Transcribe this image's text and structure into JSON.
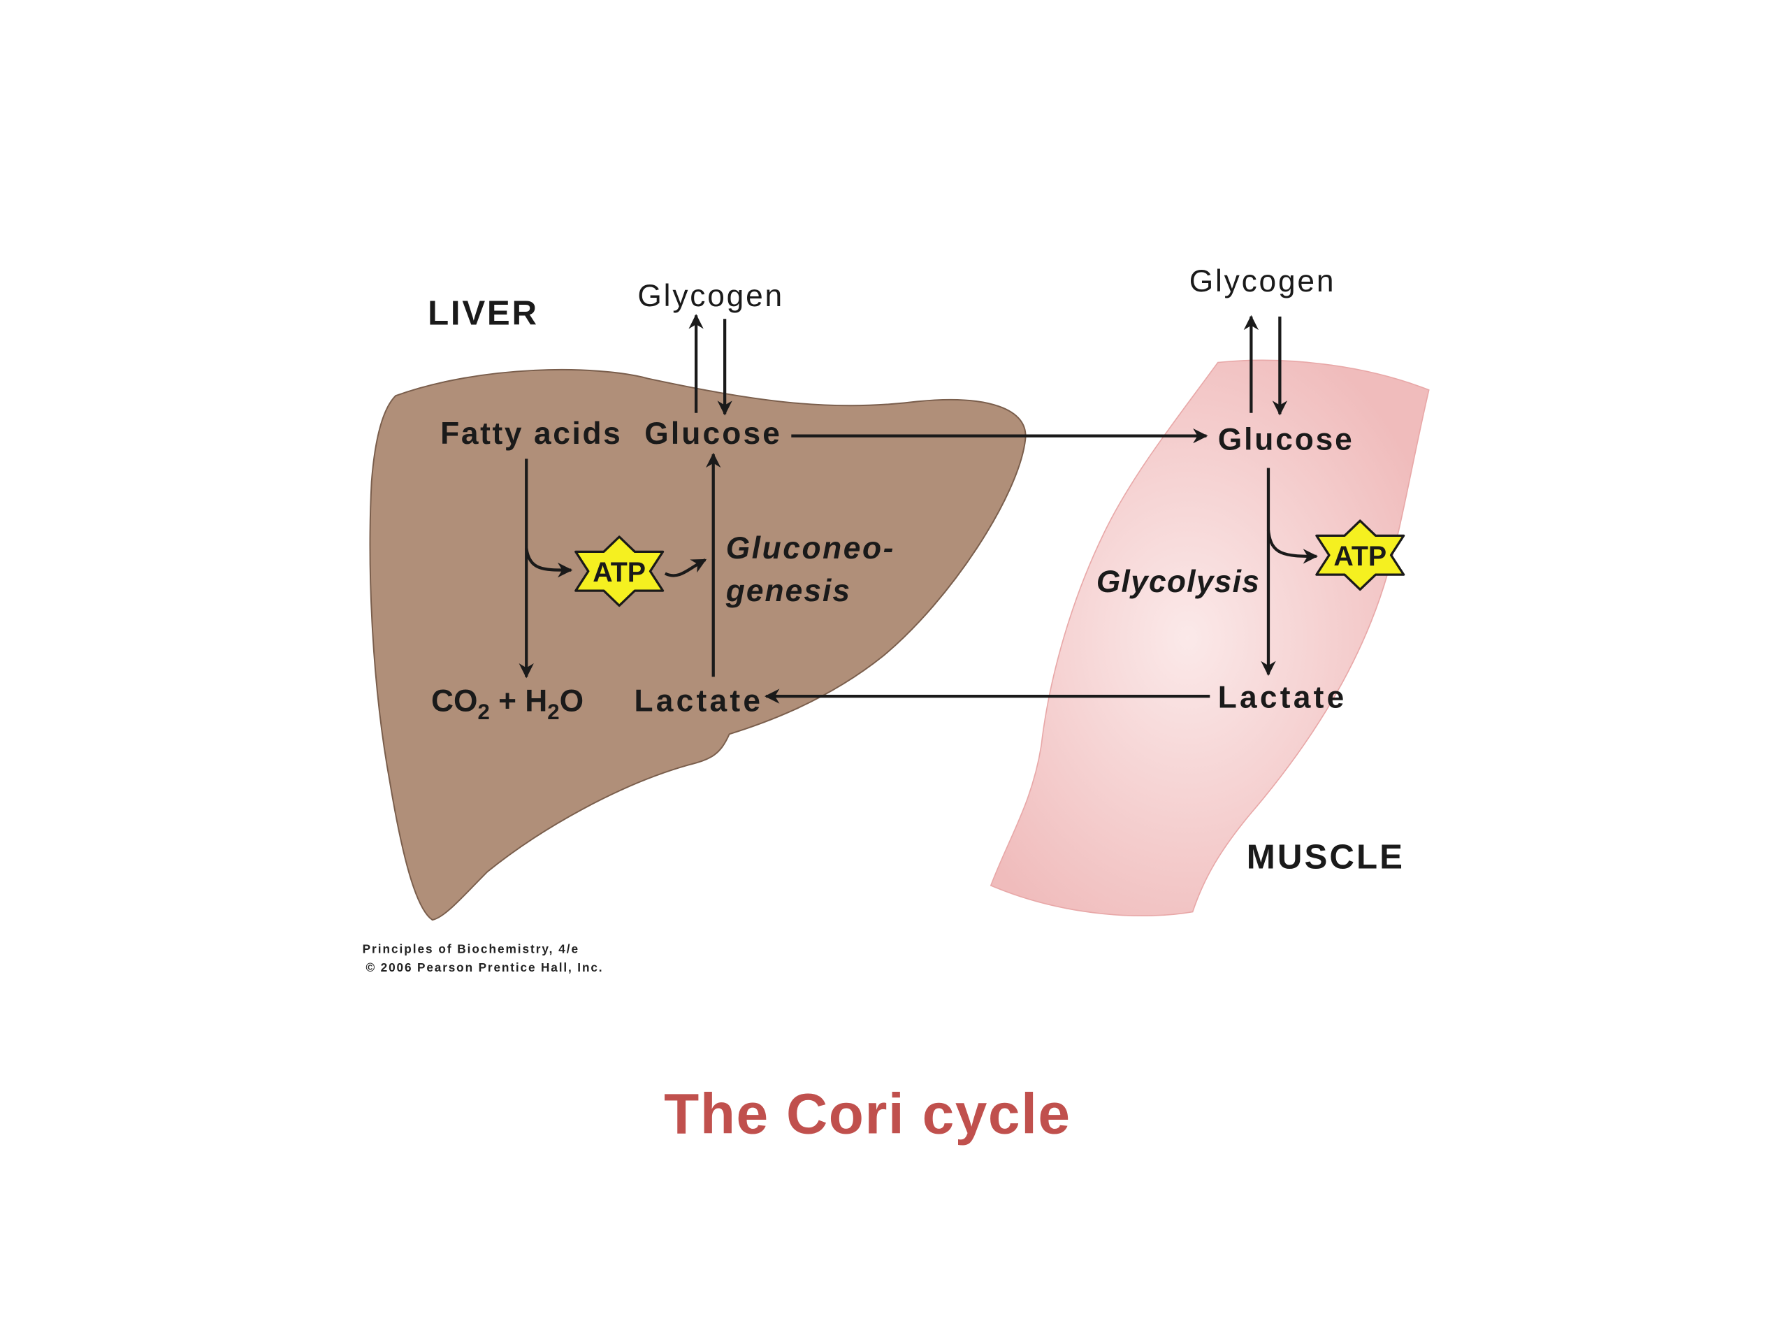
{
  "colors": {
    "liver": "#b08f79",
    "muscle": "#f3c4c4",
    "atp": "#f5f020",
    "title": "#c0504d"
  },
  "liver": {
    "label": "LIVER",
    "glycogen": "Glycogen",
    "fatty_acids": "Fatty acids",
    "glucose": "Glucose",
    "atp": "ATP",
    "pathway_line1": "Gluconeo-",
    "pathway_line2": "genesis",
    "co2": "CO",
    "co2_sub": "2",
    "plus": " + H",
    "h2o_sub": "2",
    "h2o_end": "O",
    "lactate": "Lactate"
  },
  "muscle": {
    "label": "MUSCLE",
    "glycogen": "Glycogen",
    "glucose": "Glucose",
    "atp": "ATP",
    "pathway": "Glycolysis",
    "lactate": "Lactate"
  },
  "credit": {
    "line1": "Principles of Biochemistry, 4/e",
    "line2": "© 2006 Pearson Prentice Hall, Inc."
  },
  "title": "The Cori cycle"
}
